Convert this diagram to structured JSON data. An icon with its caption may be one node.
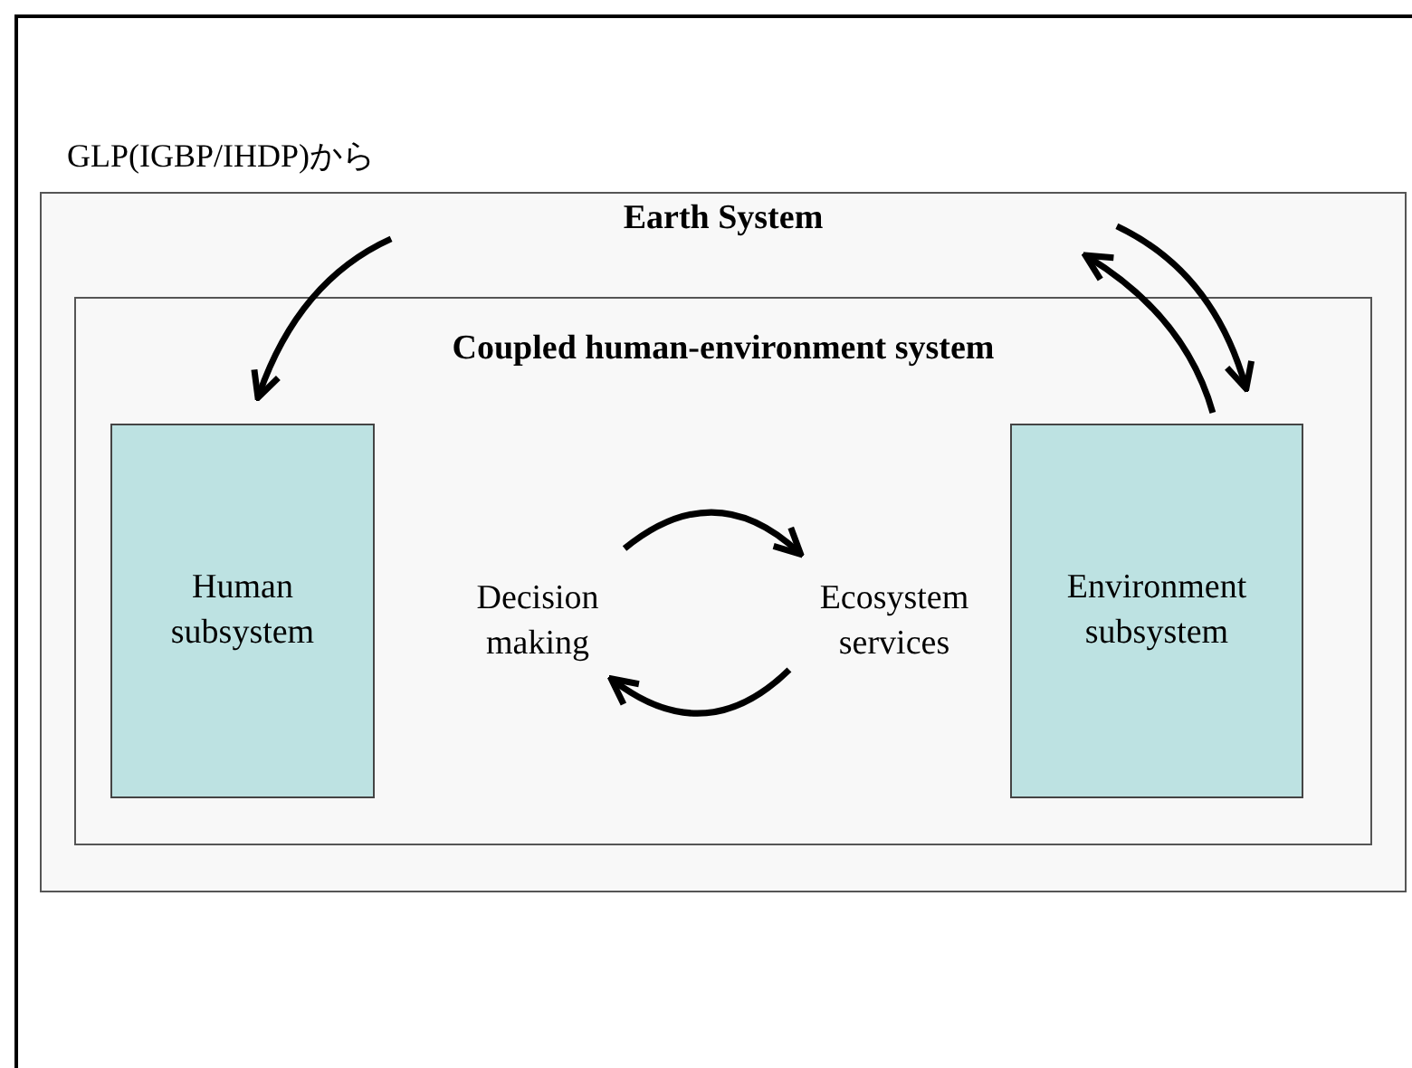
{
  "diagram": {
    "nodes": [
      {
        "text": [
          "Earth System"
        ]
      },
      {
        "text": [
          "Coupled human-environment system"
        ],
        "in": 0
      },
      {
        "text": [
          "Human subsystem"
        ],
        "in": 1
      },
      {
        "text": [
          "Decision making"
        ],
        "in": 1
      },
      {
        "text": [
          "Ecosystem services"
        ],
        "in": 1
      },
      {
        "text": [
          "Environment subsystem"
        ],
        "in": 1
      }
    ],
    "edges": [
      {
        "from": 0,
        "to": 2,
        "arrow": "to"
      },
      {
        "from": 5,
        "to": 0,
        "arrow": "to"
      },
      {
        "from": 0,
        "to": 5,
        "arrow": "to"
      },
      {
        "from": 3,
        "to": 4,
        "arrow": "to"
      },
      {
        "from": 4,
        "to": 3,
        "arrow": "to"
      }
    ],
    "labels": [
      "GLP(IGBP/IHDP)から"
    ]
  }
}
